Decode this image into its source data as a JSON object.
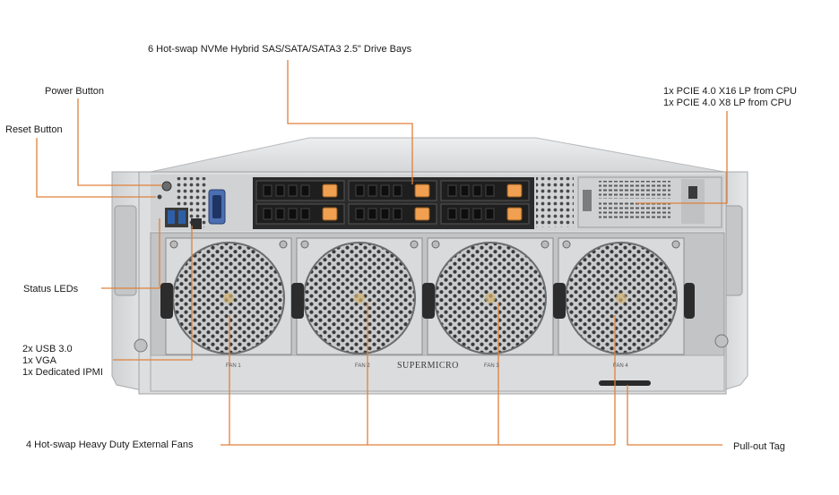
{
  "labels": {
    "drive_bays": "6 Hot-swap NVMe Hybrid SAS/SATA/SATA3  2.5\" Drive Bays",
    "power_button": "Power Button",
    "reset_button": "Reset Button",
    "pcie": [
      "1x PCIE 4.0 X16 LP from CPU",
      "1x PCIE 4.0 X8 LP from CPU"
    ],
    "status_leds": "Status LEDs",
    "io_ports": [
      "2x USB 3.0",
      "1x VGA",
      "1x Dedicated IPMI"
    ],
    "fans": "4 Hot-swap Heavy Duty External Fans",
    "pullout_tag": "Pull-out Tag"
  },
  "chassis": {
    "brand": "SUPERMICRO",
    "fan_labels": [
      "FAN 1",
      "FAN 2",
      "FAN 3",
      "FAN 4"
    ]
  },
  "colors": {
    "callout_line": "#e0813a",
    "chassis": "#d6d8da",
    "drive_tray": "#1e1e1e",
    "drive_latch": "#f0a050"
  }
}
